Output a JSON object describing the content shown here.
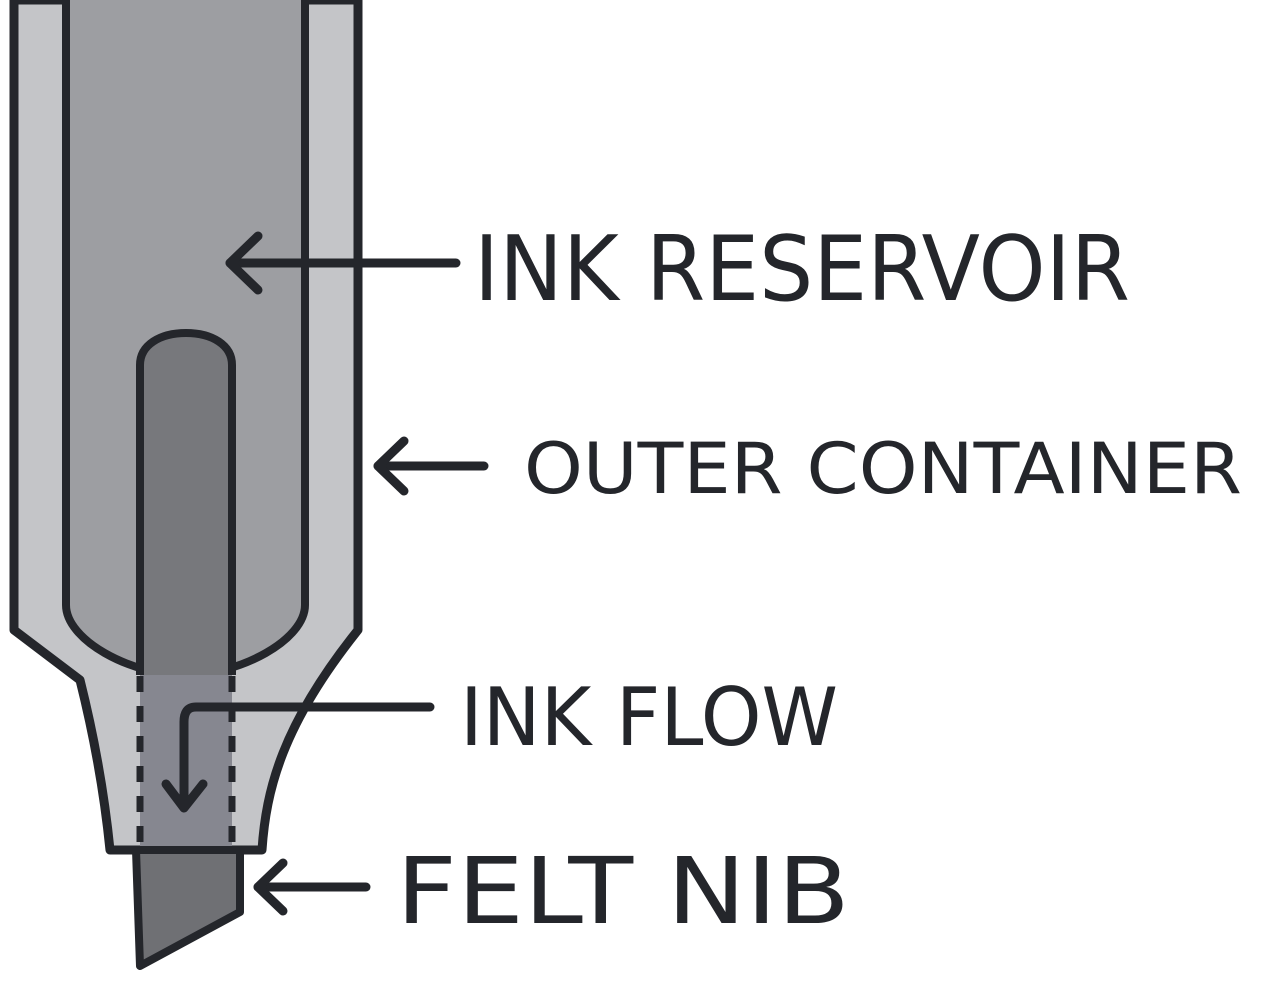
{
  "labels": {
    "ink_reservoir": "INK RESERVOIR",
    "outer_container": "OUTER CONTAINER",
    "ink_flow": "INK FLOW",
    "felt_nib": "FELT NIB"
  },
  "colors": {
    "outline": "#24262b",
    "outer_container": "#c4c5c8",
    "reservoir": "#9d9ea2",
    "wick": "#77787c",
    "nib": "#6f7074",
    "background": "#ffffff"
  }
}
